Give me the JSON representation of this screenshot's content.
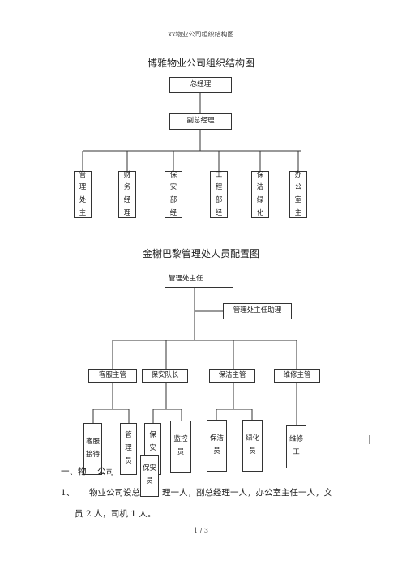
{
  "header": "xx物业公司组织结构图",
  "chart1": {
    "title": "博雅物业公司组织结构图",
    "ceo": "总经理",
    "deputy": "副总经理",
    "departments": [
      "管理处主",
      "财务经理",
      "保安部经",
      "工程部经",
      "保洁绿化",
      "办公室主"
    ]
  },
  "chart2": {
    "title": "金榭巴黎管理处人员配置图",
    "head": "管理处主任",
    "assistant": "管理处主任助理",
    "supervisors": [
      "客服主管",
      "保安队长",
      "保洁主管",
      "维修主管"
    ],
    "staff": [
      "客服接待",
      "管理员",
      "保安员",
      "监控员",
      "保洁员",
      "绿化员",
      "维修工"
    ],
    "overlap_staff": "保安员"
  },
  "text": {
    "heading_1": "一、物",
    "heading_2": "公司",
    "item_num": "1、",
    "item_1a": "物业公司设总",
    "item_1b": "理一人，副总经理一人，办公室主任一人，文",
    "item_1c": "员 2 人，司机 1 人。"
  },
  "footer": "1 / 3"
}
